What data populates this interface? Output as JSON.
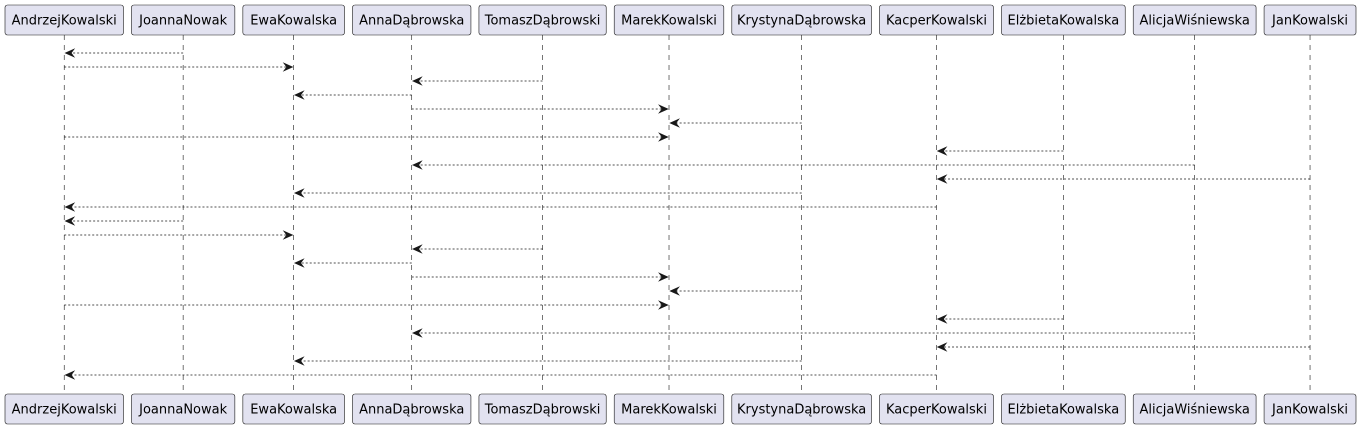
{
  "participants": [
    "AndrzejKowalski",
    "JoannaNowak",
    "EwaKowalska",
    "AnnaDąbrowska",
    "TomaszDąbrowski",
    "MarekKowalski",
    "KrystynaDąbrowska",
    "KacperKowalski",
    "ElżbietaKowalska",
    "AlicjaWiśniewska",
    "JanKowalski"
  ],
  "messages": [
    {
      "from": "JoannaNowak",
      "to": "AndrzejKowalski",
      "style": "dashed",
      "label": ""
    },
    {
      "from": "AndrzejKowalski",
      "to": "EwaKowalska",
      "style": "dashed",
      "label": ""
    },
    {
      "from": "TomaszDąbrowski",
      "to": "AnnaDąbrowska",
      "style": "dashed",
      "label": ""
    },
    {
      "from": "AnnaDąbrowska",
      "to": "EwaKowalska",
      "style": "dashed",
      "label": ""
    },
    {
      "from": "AnnaDąbrowska",
      "to": "MarekKowalski",
      "style": "dashed",
      "label": ""
    },
    {
      "from": "KrystynaDąbrowska",
      "to": "MarekKowalski",
      "style": "dashed",
      "label": ""
    },
    {
      "from": "AndrzejKowalski",
      "to": "MarekKowalski",
      "style": "dashed",
      "label": ""
    },
    {
      "from": "ElżbietaKowalska",
      "to": "KacperKowalski",
      "style": "dashed",
      "label": ""
    },
    {
      "from": "AlicjaWiśniewska",
      "to": "AnnaDąbrowska",
      "style": "dashed",
      "label": ""
    },
    {
      "from": "JanKowalski",
      "to": "KacperKowalski",
      "style": "dashed",
      "label": ""
    },
    {
      "from": "KrystynaDąbrowska",
      "to": "EwaKowalska",
      "style": "dashed",
      "label": ""
    },
    {
      "from": "KacperKowalski",
      "to": "AndrzejKowalski",
      "style": "dashed",
      "label": ""
    },
    {
      "from": "JoannaNowak",
      "to": "AndrzejKowalski",
      "style": "dashed",
      "label": ""
    },
    {
      "from": "AndrzejKowalski",
      "to": "EwaKowalska",
      "style": "dashed",
      "label": ""
    },
    {
      "from": "TomaszDąbrowski",
      "to": "AnnaDąbrowska",
      "style": "dashed",
      "label": ""
    },
    {
      "from": "AnnaDąbrowska",
      "to": "EwaKowalska",
      "style": "dashed",
      "label": ""
    },
    {
      "from": "AnnaDąbrowska",
      "to": "MarekKowalski",
      "style": "dashed",
      "label": ""
    },
    {
      "from": "KrystynaDąbrowska",
      "to": "MarekKowalski",
      "style": "dashed",
      "label": ""
    },
    {
      "from": "AndrzejKowalski",
      "to": "MarekKowalski",
      "style": "dashed",
      "label": ""
    },
    {
      "from": "ElżbietaKowalska",
      "to": "KacperKowalski",
      "style": "dashed",
      "label": ""
    },
    {
      "from": "AlicjaWiśniewska",
      "to": "AnnaDąbrowska",
      "style": "dashed",
      "label": ""
    },
    {
      "from": "JanKowalski",
      "to": "KacperKowalski",
      "style": "dashed",
      "label": ""
    },
    {
      "from": "KrystynaDąbrowska",
      "to": "EwaKowalska",
      "style": "dashed",
      "label": ""
    },
    {
      "from": "KacperKowalski",
      "to": "AndrzejKowalski",
      "style": "dashed",
      "label": ""
    }
  ],
  "colors": {
    "participant_fill": "#e2e2f0",
    "participant_border": "#181818",
    "line": "#181818",
    "background": "#ffffff"
  }
}
